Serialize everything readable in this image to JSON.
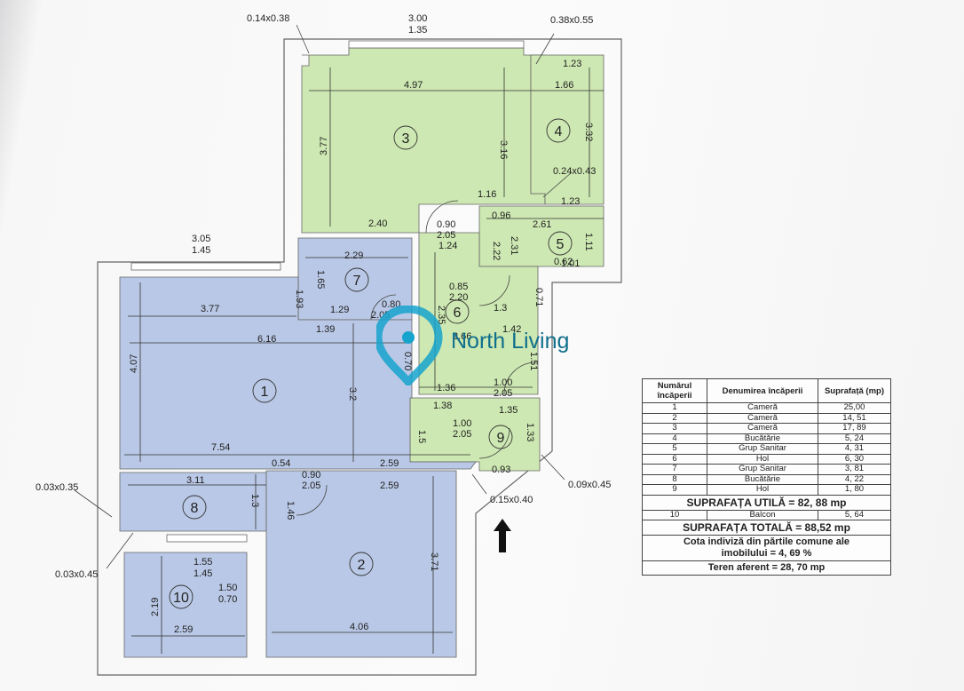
{
  "watermark": {
    "brand": "North Living"
  },
  "rooms": [
    {
      "no": "1",
      "name": "Cameră",
      "area": "25,00"
    },
    {
      "no": "2",
      "name": "Cameră",
      "area": "14, 51"
    },
    {
      "no": "3",
      "name": "Cameră",
      "area": "17, 89"
    },
    {
      "no": "4",
      "name": "Bucătărie",
      "area": "5, 24"
    },
    {
      "no": "5",
      "name": "Grup Sanitar",
      "area": "4, 31"
    },
    {
      "no": "6",
      "name": "Hol",
      "area": "6, 30"
    },
    {
      "no": "7",
      "name": "Grup Sanitar",
      "area": "3, 81"
    },
    {
      "no": "8",
      "name": "Bucătărie",
      "area": "4, 22"
    },
    {
      "no": "9",
      "name": "Hol",
      "area": "1, 80"
    },
    {
      "no": "10",
      "name": "Balcon",
      "area": "5, 64"
    }
  ],
  "table": {
    "header_no": "Numărul încăperii",
    "header_name": "Denumirea încăperii",
    "header_area": "Suprafață (mp)",
    "usable_area": "SUPRAFAȚA UTILĂ = 82, 88 mp",
    "total_area": "SUPRAFAȚA TOTALĂ = 88,52 mp",
    "share_line1": "Cota indiviză din părtile comune ale",
    "share_line2": "imobilului = 4, 69 %",
    "land": "Teren aferent = 28, 70 mp"
  },
  "dimensions": {
    "d_014x038": "0.14x0.38",
    "d_300": "3.00",
    "d_135a": "1.35",
    "d_038x055": "0.38x0.55",
    "d_123a": "1.23",
    "d_497": "4.97",
    "d_166": "1.66",
    "d_377v": "3.77",
    "d_316": "3.16",
    "d_332": "3.32",
    "d_024x043": "0.24x0.43",
    "d_116": "1.16",
    "d_123b": "1.23",
    "d_240": "2.40",
    "d_090a": "0.90",
    "d_205a": "2.05",
    "d_096": "0.96",
    "d_261": "2.61",
    "d_124": "1.24",
    "d_222": "2.22",
    "d_231": "2.31",
    "d_111": "1.11",
    "d_062": "0.62",
    "d_101": "1.01",
    "d_305": "3.05",
    "d_145a": "1.45",
    "d_229": "2.29",
    "d_165": "1.65",
    "d_085": "0.85",
    "d_220": "2.20",
    "d_071": "0.71",
    "d_377h": "3.77",
    "d_193": "1.93",
    "d_129": "1.29",
    "d_080": "0.80",
    "d_205b": "2.05",
    "d_235": "2.35",
    "d_13a": "1.3",
    "d_139": "1.39",
    "d_266": "2.66",
    "d_142": "1.42",
    "d_616": "6.16",
    "d_070": "0.70",
    "d_151": "1.51",
    "d_407": "4.07",
    "d_32": "3.2",
    "d_136": "1.36",
    "d_100a": "1.00",
    "d_205c": "2.05",
    "d_138": "1.38",
    "d_135b": "1.35",
    "d_15": "1.5",
    "d_100b": "1.00",
    "d_205d": "2.05",
    "d_133": "1.33",
    "d_754": "7.54",
    "d_093": "0.93",
    "d_311": "3.11",
    "d_054": "0.54",
    "d_259a": "2.59",
    "d_090b": "0.90",
    "d_205e": "2.05",
    "d_259b": "2.59",
    "d_003x035": "0.03x0.35",
    "d_13b": "1.3",
    "d_146": "1.46",
    "d_015x040": "0.15x0.40",
    "d_009x045": "0.09x0.45",
    "d_003x045": "0.03x0.45",
    "d_155": "1.55",
    "d_145b": "1.45",
    "d_150": "1.50",
    "d_070b": "0.70",
    "d_371": "3.71",
    "d_219": "2.19",
    "d_259c": "2.59",
    "d_406": "4.06"
  },
  "colors": {
    "green_zone": "#cde8b2",
    "blue_zone": "#b9c8e6",
    "wall": "#555555",
    "watermark": "#16a3cc"
  }
}
